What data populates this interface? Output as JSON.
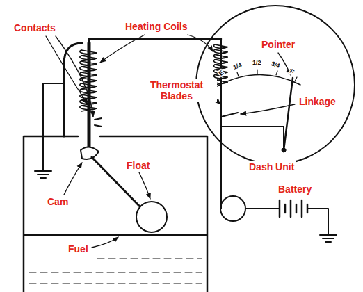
{
  "diagram": {
    "labels": [
      "Contacts",
      "Heating Coils",
      "Pointer",
      "Thermostat Blades",
      "Linkage",
      "E",
      "1/4",
      "1/2",
      "3/4",
      "F",
      "Float",
      "Dash Unit",
      "Cam",
      "Battery",
      "Fuel"
    ]
  }
}
